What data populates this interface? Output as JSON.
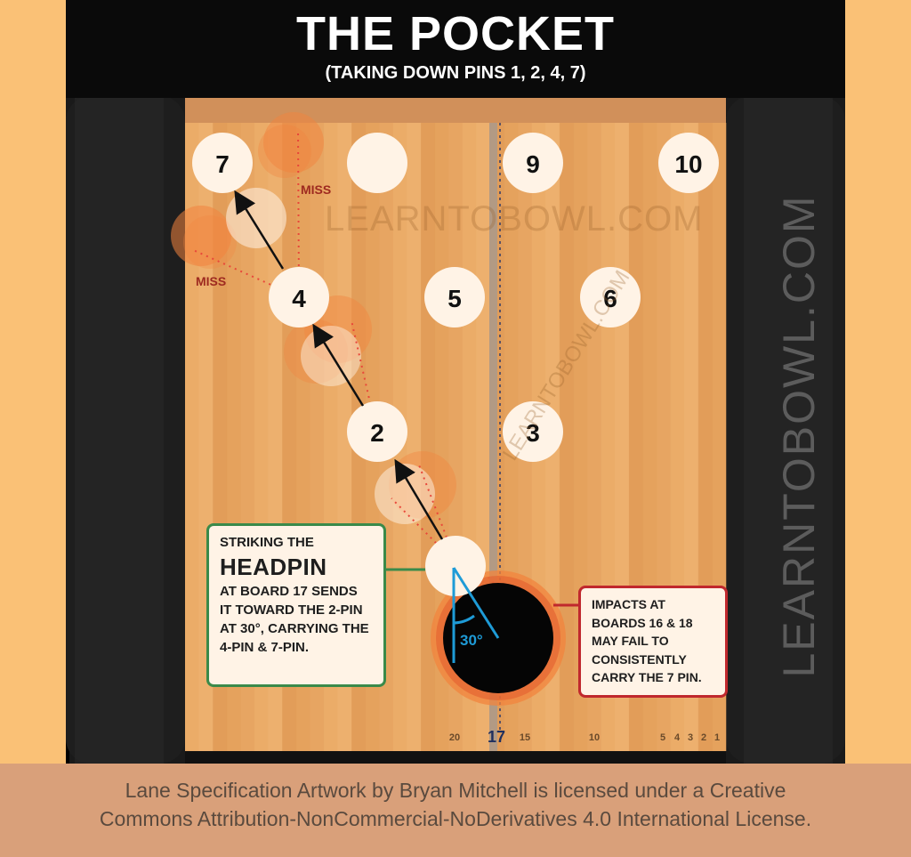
{
  "title": "THE POCKET",
  "subtitle": "(TAKING DOWN PINS 1, 2, 4, 7)",
  "pins": [
    {
      "label": "7"
    },
    {
      "label": ""
    },
    {
      "label": "9"
    },
    {
      "label": "10"
    },
    {
      "label": "4"
    },
    {
      "label": "5"
    },
    {
      "label": "6"
    },
    {
      "label": "2"
    },
    {
      "label": "3"
    },
    {
      "label": ""
    }
  ],
  "miss_labels": [
    "MISS",
    "MISS"
  ],
  "angle_label": "30°",
  "board_marker": "17",
  "board_numbers": [
    "20",
    "15",
    "10",
    "5",
    "4",
    "3",
    "2",
    "1"
  ],
  "callout_left": {
    "line1": "STRIKING THE",
    "big": "HEADPIN",
    "rest": "AT BOARD 17 SENDS IT TOWARD THE 2-PIN AT 30°, CARRYING THE 4-PIN & 7-PIN."
  },
  "callout_right": "IMPACTS AT BOARDS 16 & 18 MAY FAIL TO CONSISTENTLY CARRY THE 7 PIN.",
  "watermark": "LEARNTOBOWL.COM",
  "credit_line1": "Lane Specification Artwork by Bryan Mitchell is licensed under a Creative",
  "credit_line2": "Commons Attribution-NonCommercial-NoDerivatives 4.0 International License.",
  "colors": {
    "background": "#FAC176",
    "lane": "#E8A763",
    "gutter": "#141414",
    "pin": "#FFF3E6",
    "ghost_orange": "#F2843E",
    "miss_red": "#B03A2E",
    "angle_blue": "#1E9BD7",
    "ball": "#050505",
    "callout_green": "#3A8A4A",
    "callout_red": "#C0282D",
    "footer": "#D9A07A"
  }
}
